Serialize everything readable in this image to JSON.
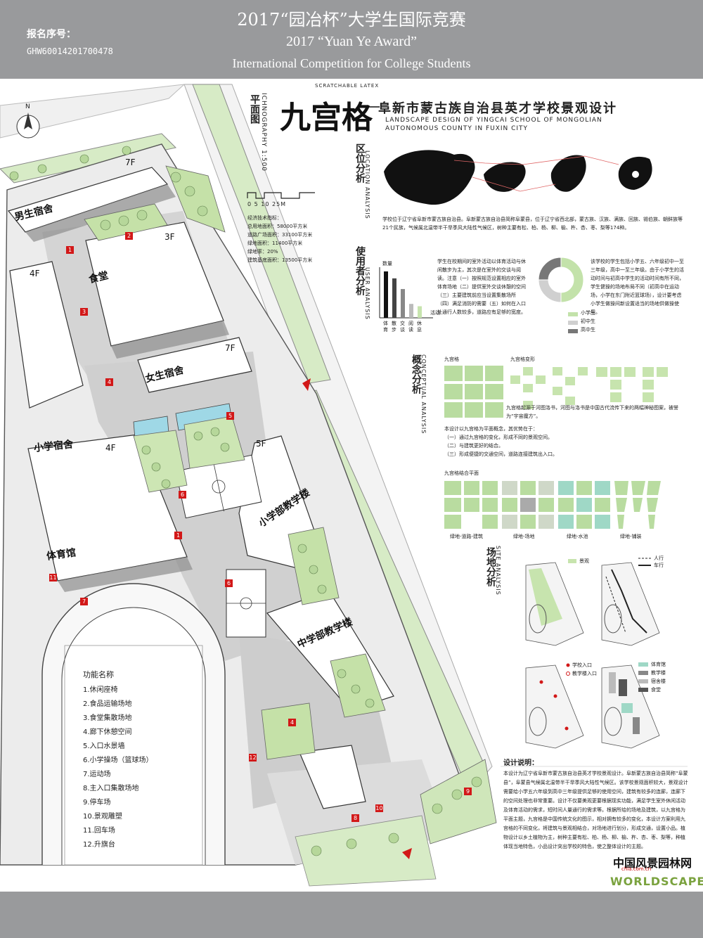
{
  "header": {
    "title_zh": "2017“园冶杯”大学生国际竞赛",
    "title_en1": "2017 “Yuan Ye Award”",
    "title_en2": "International Competition for College Students",
    "reg_label": "报名序号：",
    "reg_number": "GHW60014201700478"
  },
  "plan": {
    "title": "平面图",
    "title_en": "ICHNOGRAPHY 1:500",
    "scale_text": "0  5 10    25M",
    "specs_title": "经济技术指标：",
    "specs": [
      "总用地面积：58000平方米",
      "道路广场面积：33100平方米",
      "绿地面积：11400平方米",
      "绿地率：20%",
      "建筑基底面积：13500平方米"
    ],
    "compass": "N",
    "buildings": {
      "boys_dorm": "男生宿舍",
      "canteen": "食堂",
      "girls_dorm": "女生宿舍",
      "primary_dorm": "小学宿舍",
      "primary_teaching": "小学部教学楼",
      "middle_teaching": "中学部教学楼",
      "gym": "体育馆"
    },
    "floors": {
      "f7a": "7F",
      "f3": "3F",
      "f4a": "4F",
      "f7b": "7F",
      "f4b": "4F",
      "f5": "5F"
    },
    "tags": [
      "1",
      "2",
      "3",
      "4",
      "5",
      "6",
      "1",
      "6",
      "4",
      "7",
      "8",
      "9",
      "10",
      "11",
      "12"
    ],
    "legend_title": "功能名称",
    "legend": [
      "1.休闲座椅",
      "2.食品运输场地",
      "3.食堂集散场地",
      "4.廊下休憩空间",
      "5.入口水景墙",
      "6.小学操场（篮球场）",
      "7.运动场",
      "8.主入口集散场地",
      "9.停车场",
      "10.景观雕塑",
      "11.回车场",
      "12.升旗台"
    ]
  },
  "brand": {
    "tiny": "SCRATCHABLE LATEX",
    "calligraphy": "九宫格",
    "title": "阜新市蒙古族自治县英才学校景观设计",
    "sub1": "LANDSCAPE DESIGN OF YINGCAI SCHOOL OF MONGOLIAN",
    "sub2": "AUTONOMOUS COUNTY IN FUXIN CITY"
  },
  "location": {
    "heading": "区位分析",
    "heading_en": "LOCATION ANALYSIS",
    "text": "学校位于辽宁省阜新市蒙古族自治县。阜新蒙古族自治县简称阜蒙县，位于辽宁省西北部，蒙古族、汉族、满族、回族、锡伯族、朝鲜族等21个民族，气候属北温带半干旱季风大陆性气候区，树种主要有松、柏、杨、柳、榆、杵、杏、枣、梨等174种。"
  },
  "user": {
    "heading": "使用者分析",
    "heading_en": "USER ANALYSIS",
    "bar_ylabel": "数量",
    "bar_xlabel": "活动",
    "bar_categories": [
      "体育",
      "散步",
      "交谈",
      "阅读",
      "休息"
    ],
    "bar_values": [
      100,
      85,
      62,
      30,
      25
    ],
    "text1": "学生在校期间的室外活动以体育活动与休闲散步为主，其次是在室外的交谈与阅读。注意（一）按照规范设置相应的室外体育场地（二）提供室外交谈休憩的空间（三）主要建筑前应当设置集散场所（四）满足消防的需要（五）如何在入口处通行人数较多，道路应有足够的宽度。",
    "donut_labels": [
      "小学生",
      "初中生",
      "高中生"
    ],
    "donut_values": [
      50,
      25,
      25
    ],
    "donut_colors": [
      "#c3e2aa",
      "#d0d0d0",
      "#777777"
    ],
    "text2": "该学校的学生包括小学五、六年级初中一至三年级，高中一至三年级。由于小学生的活动时间与初高中学生的活动时间有所不同，学生健操的场地布局不同（初高中在运动场，小学在东门附近篮球场），设计要考虑小学生做操间新设置适当的场地供做操使用。"
  },
  "concept": {
    "heading": "概念分析",
    "heading_en": "CONCEPTUAL ANALYSIS",
    "label_grid": "九宫格",
    "label_variants": "九宫格变形",
    "text1": "九宫格起源于河图洛书，河图与洛书是中国古代流传下来的两幅神秘图案，被誉为“宇宙魔方”。",
    "text2_title": "本设计以九宫格为平面概念，其优势在于：",
    "text2": [
      "（一）通过九宫格的变化，形成不同的景观空间。",
      "（二）与建筑更好的结合。",
      "（三）形成便捷的交通空间，道路连接建筑出入口。"
    ],
    "combine_title": "九宫格结合平面",
    "combos": [
      "绿地-道路-建筑",
      "绿地-场地",
      "绿地-水池",
      "绿地-铺装"
    ]
  },
  "site": {
    "heading": "场地分析",
    "heading_en": "SITE ANALYSIS",
    "map1_legend": "景观",
    "map2_legend": [
      "人行",
      "车行"
    ],
    "map3_legend": [
      "学校入口",
      "教学楼入口"
    ],
    "map4_legend": [
      "体育馆",
      "教学楼",
      "宿舍楼",
      "食堂"
    ],
    "map4_colors": [
      "#9fd8c6",
      "#888888",
      "#bbbbbb",
      "#555555"
    ]
  },
  "design": {
    "heading": "设计说明：",
    "text": "本设计为辽宁省阜新市蒙古族自治县英才学校景观设计。阜新蒙古族自治县简称“阜蒙县”，阜蒙县气候属北温带半干旱季风大陆性气候区。该学校景观面积较大，景观设计需要给小学五六年级到高中三年级提供足够的使用空间，建筑有较多的连廊，连廊下的空间处理也非常重要。设计不仅要美观更要根据现实功能，满足学生室外休闲活动及体育活动的需求，短时间人量通行的需求等。根据所给的场地及建筑，以九宫格为平面主题，九宫格是中国传统文化的图示，相对拥有较多的变化，本设计方案利用九宫格的不同变化，将建筑与景观相结合，对场地进行划分，形成交通，设置小品。植物设计以乡土植物为主，树种主要有松、柏、杨、柳、榆、杵、杏、枣、梨等，种植体现当地特色，小品设计突出学校的特色，使之整体设计的主题。"
  },
  "logos": {
    "china": "中国风景园林网",
    "url": "chla.com.cn",
    "worldscape": "WORLDSCAPE"
  }
}
